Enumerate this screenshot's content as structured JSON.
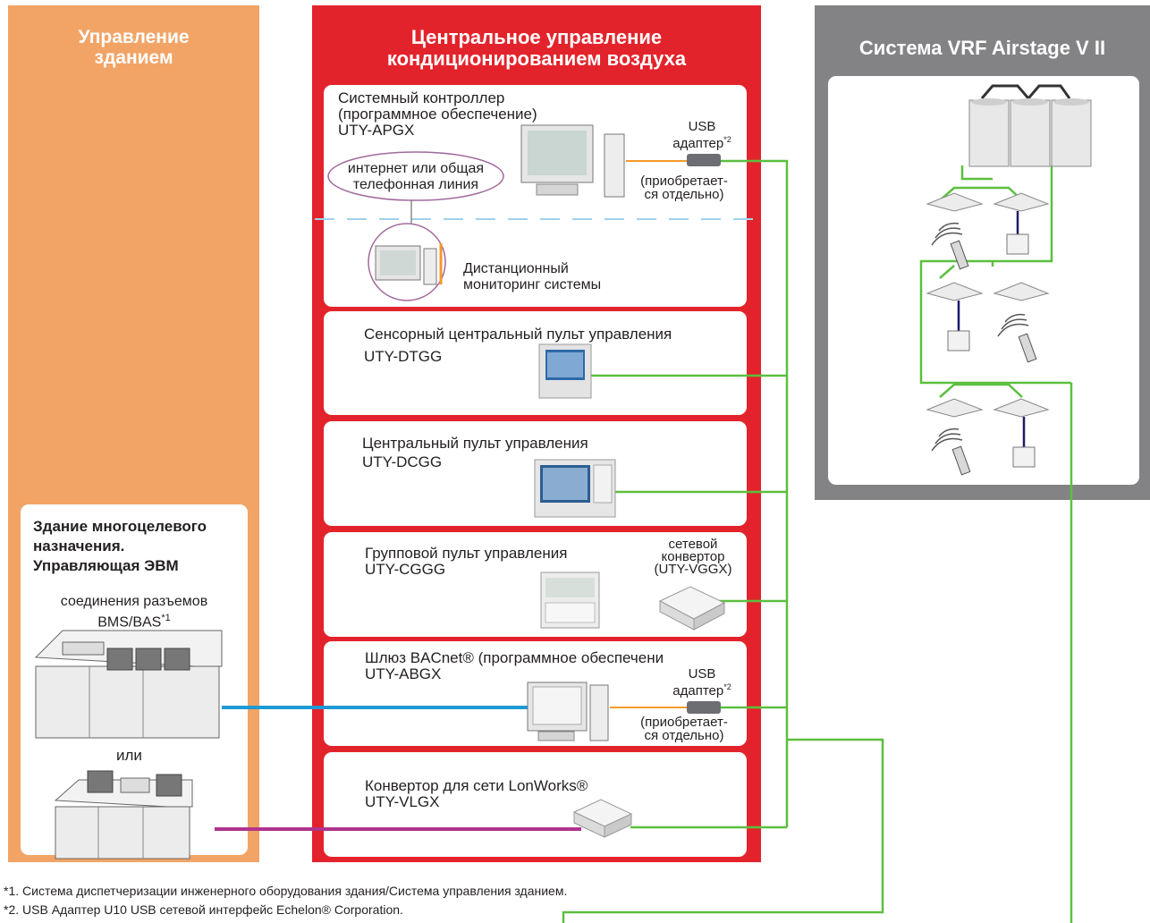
{
  "columns": {
    "building": {
      "title": "Управление\nзданием"
    },
    "central": {
      "title": "Центральное управление\nкондиционированием воздуха"
    },
    "vrf": {
      "title": "Система VRF Airstage V II"
    }
  },
  "building_box": {
    "title": "Здание многоцелевого\nназначения.\nУправляющая ЭВМ",
    "connection": "соединения разъемов\nBMS/BAS",
    "footnote_mark": "*1",
    "or_label": "или"
  },
  "devices": {
    "system_controller": {
      "name": "Системный контроллер\n(программное обеспечение)\nUTY-APGX"
    },
    "usb_adapter_1": {
      "name": "USB\nадаптер",
      "mark": "*2",
      "note": "(приобретает-\nся отдельно)"
    },
    "internet": {
      "label": "интернет или общая\nтелефонная линия"
    },
    "remote_monitoring": {
      "label": "Дистанционный\nмониторинг системы"
    },
    "touch_panel": {
      "name": "Сенсорный центральный пульт управления",
      "model": "UTY-DTGG"
    },
    "central_panel": {
      "name": "Центральный пульт управления",
      "model": "UTY-DCGG"
    },
    "group_panel": {
      "name": "Групповой пульт управления\nUTY-CGGG"
    },
    "network_converter": {
      "label": "сетевой\nконвертор\n(UTY-VGGX)"
    },
    "bacnet": {
      "name": "Шлюз BACnet® (программное обеспечени\nUTY-ABGX"
    },
    "usb_adapter_2": {
      "name": "USB\nадаптер",
      "mark": "*2",
      "note": "(приобретает-\nся отдельно)"
    },
    "lonworks": {
      "name": "Конвертор для сети LonWorks®\nUTY-VLGX"
    }
  },
  "footnotes": [
    "*1. Система диспетчеризации инженерного оборудования здания/Система управления зданием.",
    "*2. USB Адаптер U10 USB сетевой интерфейс Echelon® Corporation."
  ],
  "colors": {
    "orange": "#f2a466",
    "red": "#e3232b",
    "gray": "#838386",
    "green_line": "#5cbf3f",
    "blue_line": "#1e9ad6",
    "magenta_line": "#b0338c",
    "orange_line": "#f39a2b",
    "internet_ellipse": "#a0699d",
    "dashed_divider": "#9fd3ea"
  },
  "icons": [
    "pc-monitor-icon",
    "usb-adapter-icon",
    "touch-panel-icon",
    "controller-panel-icon",
    "converter-box-icon",
    "outdoor-unit-icon",
    "cassette-unit-icon",
    "remote-control-icon",
    "wall-controller-icon",
    "workstation-icon"
  ]
}
